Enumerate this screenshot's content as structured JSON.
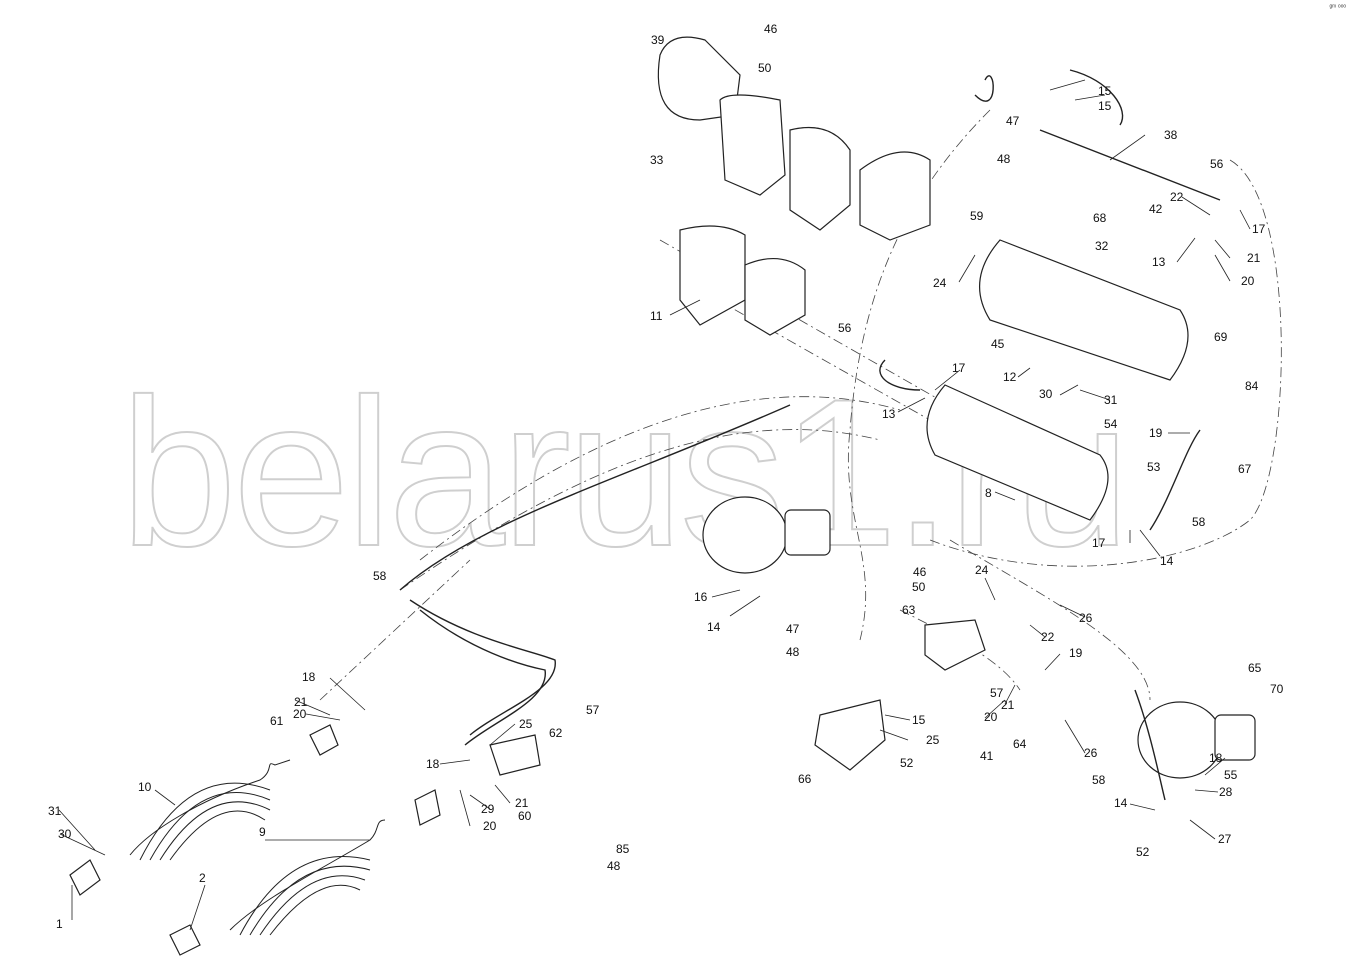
{
  "watermark": "belarus1.ru",
  "corner_mark": "ᵍᵐ ᵒᵒᵒ",
  "callouts": [
    "1",
    "2",
    "8",
    "9",
    "10",
    "11",
    "12",
    "13",
    "13",
    "14",
    "14",
    "14",
    "15",
    "15",
    "15",
    "16",
    "17",
    "17",
    "17",
    "18",
    "18",
    "18",
    "19",
    "19",
    "20",
    "20",
    "20",
    "20",
    "21",
    "21",
    "21",
    "21",
    "22",
    "22",
    "24",
    "24",
    "25",
    "25",
    "26",
    "26",
    "27",
    "28",
    "29",
    "30",
    "30",
    "31",
    "31",
    "32",
    "33",
    "38",
    "39",
    "41",
    "42",
    "45",
    "46",
    "46",
    "47",
    "47",
    "48",
    "48",
    "48",
    "50",
    "50",
    "52",
    "52",
    "53",
    "54",
    "55",
    "56",
    "56",
    "57",
    "57",
    "58",
    "58",
    "58",
    "59",
    "60",
    "61",
    "62",
    "63",
    "64",
    "65",
    "66",
    "67",
    "68",
    "69",
    "70",
    "84",
    "85"
  ]
}
